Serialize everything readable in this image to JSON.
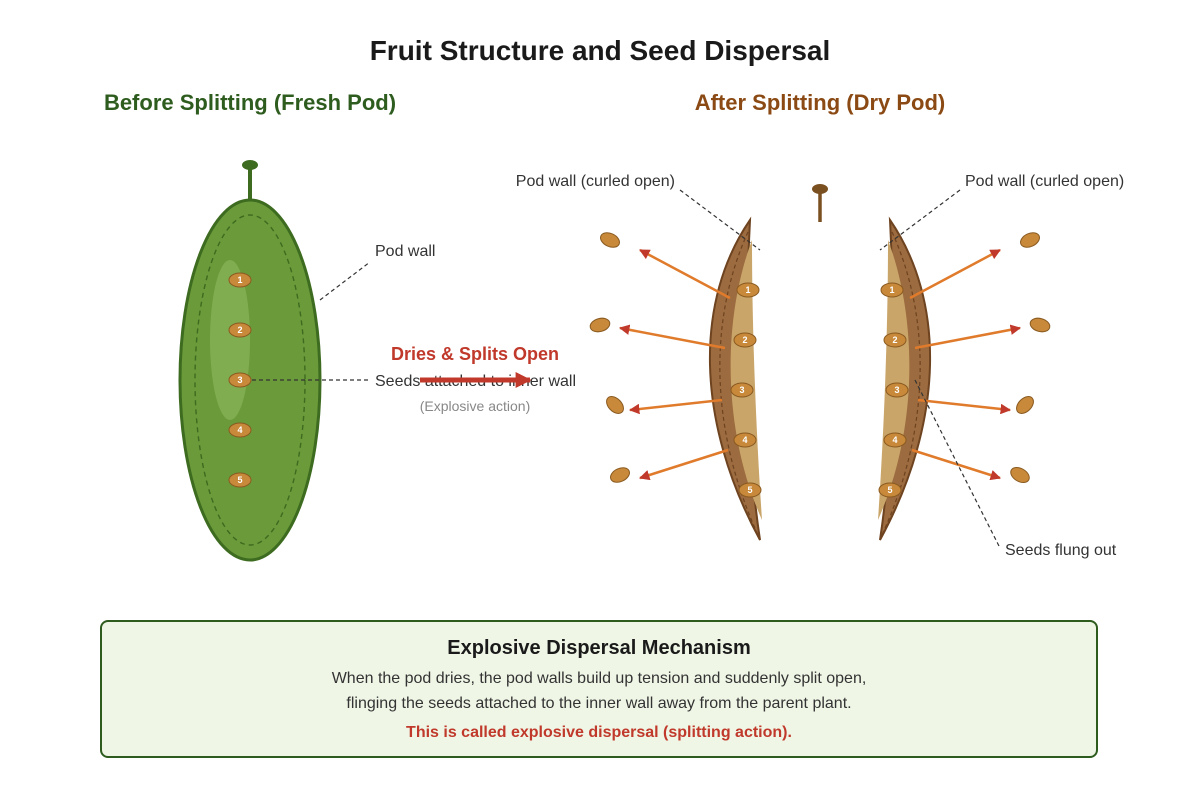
{
  "title": "Fruit Structure and Seed Dispersal",
  "left_heading": "Before Splitting (Fresh Pod)",
  "right_heading": "After Splitting (Dry Pod)",
  "labels": {
    "pod_wall": "Pod wall",
    "seeds_attached": "Seeds attached to inner wall",
    "pod_wall_curled_left": "Pod wall (curled open)",
    "pod_wall_curled_right": "Pod wall (curled open)",
    "seeds_flung": "Seeds flung out"
  },
  "transition": {
    "label": "Dries & Splits Open",
    "sublabel": "(Explosive action)"
  },
  "seed_numbers": [
    "1",
    "2",
    "3",
    "4",
    "5"
  ],
  "info_box": {
    "title": "Explosive Dispersal Mechanism",
    "line1": "When the pod dries, the pod walls build up tension and suddenly split open,",
    "line2": "flinging the seeds attached to the inner wall away from the parent plant.",
    "highlight": "This is called explosive dispersal (splitting action)."
  },
  "colors": {
    "fresh_pod": "#6a9a3a",
    "fresh_pod_outline": "#3d6b1f",
    "dry_pod_outer": "#9c6b3f",
    "dry_pod_inner": "#c9a56a",
    "seed": "#c8893a",
    "seed_outline": "#8a5a20",
    "dispersal_arrow": "#e07b2c",
    "arrowhead": "#c0392b",
    "left_heading": "#2e5c1e",
    "right_heading": "#8b4a14",
    "box_border": "#2e5c1e",
    "box_fill": "#eff6e6"
  }
}
